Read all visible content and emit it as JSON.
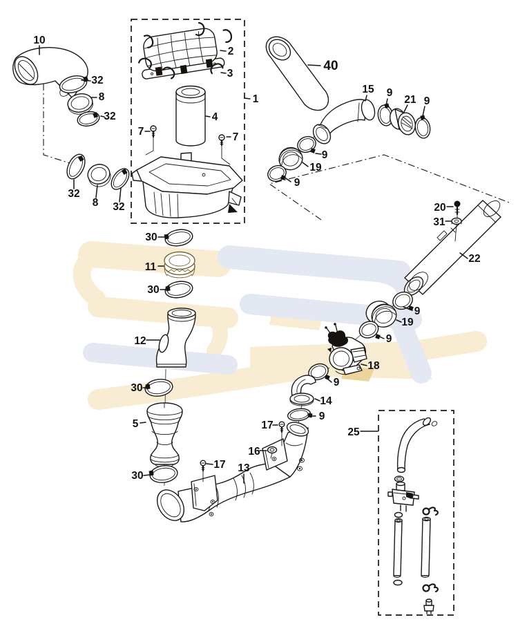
{
  "diagram": {
    "type": "exploded-parts-diagram",
    "description": "Air cleaner / intake system exploded view with numbered callouts",
    "background_color": "#ffffff",
    "line_color": "#1b1814",
    "watermark": {
      "text": "SC",
      "cream_color": "#f8ecd2",
      "blue_gray_color": "#e3e8f2",
      "gold_color": "#ecd49c"
    },
    "callouts": [
      {
        "text": "10"
      },
      {
        "text": "32"
      },
      {
        "text": "8"
      },
      {
        "text": "32"
      },
      {
        "text": "32"
      },
      {
        "text": "8"
      },
      {
        "text": "32"
      },
      {
        "text": "1"
      },
      {
        "text": "2"
      },
      {
        "text": "3"
      },
      {
        "text": "4"
      },
      {
        "text": "7"
      },
      {
        "text": "7"
      },
      {
        "text": "40"
      },
      {
        "text": "15"
      },
      {
        "text": "9"
      },
      {
        "text": "21"
      },
      {
        "text": "9"
      },
      {
        "text": "9"
      },
      {
        "text": "19"
      },
      {
        "text": "9"
      },
      {
        "text": "20"
      },
      {
        "text": "31"
      },
      {
        "text": "22"
      },
      {
        "text": "9"
      },
      {
        "text": "19"
      },
      {
        "text": "9"
      },
      {
        "text": "18"
      },
      {
        "text": "9"
      },
      {
        "text": "14"
      },
      {
        "text": "9"
      },
      {
        "text": "30"
      },
      {
        "text": "11"
      },
      {
        "text": "30"
      },
      {
        "text": "12"
      },
      {
        "text": "30"
      },
      {
        "text": "5"
      },
      {
        "text": "30"
      },
      {
        "text": "17"
      },
      {
        "text": "16"
      },
      {
        "text": "13"
      },
      {
        "text": "17"
      },
      {
        "text": "25"
      }
    ]
  }
}
